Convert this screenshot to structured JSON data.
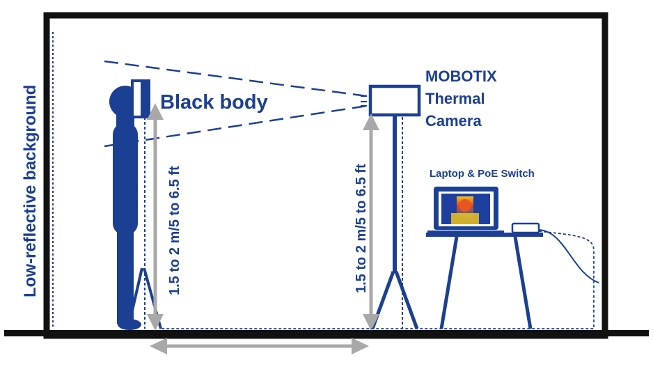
{
  "labels": {
    "background": "Low-reflective background",
    "black_body": "Black body",
    "camera_line1": "MOBOTIX",
    "camera_line2": "Thermal",
    "camera_line3": "Camera",
    "laptop": "Laptop & PoE Switch",
    "height_person": "1.5 to 2 m/5 to 6.5 ft",
    "height_camera": "1.5 to 2 m/5 to 6.5 ft"
  },
  "colors": {
    "primary_blue": "#1b3f93",
    "arrow_gray": "#a8a8a8",
    "frame_black": "#111111"
  },
  "icons": [
    "person-icon",
    "black-body-icon",
    "thermal-camera-icon",
    "tripod-icon",
    "laptop-icon",
    "poe-switch-icon",
    "table-icon"
  ]
}
